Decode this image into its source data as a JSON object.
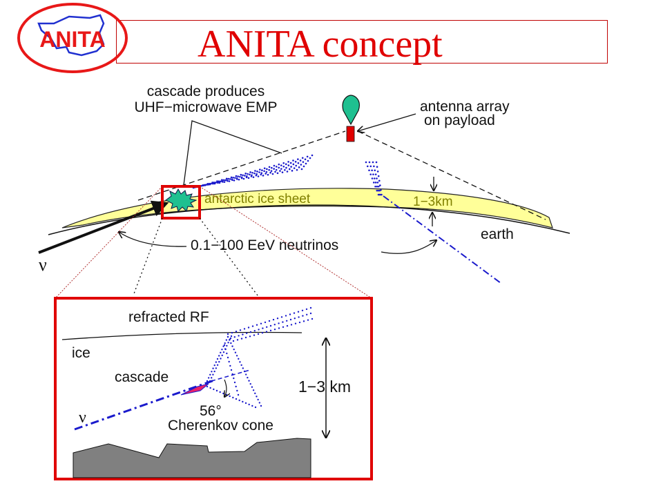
{
  "header": {
    "logo_text": "ANITA",
    "title": "ANITA concept"
  },
  "colors": {
    "title_red": "#e00000",
    "ice_yellow": "#ffff99",
    "ice_label": "#808000",
    "burst_green": "#1fc090",
    "dot_blue": "#1a1acc",
    "zoom_box_red": "#e00000",
    "bedrock_gray": "#808080"
  },
  "overview": {
    "cascade_label_line1": "cascade produces",
    "cascade_label_line2": "UHF−microwave EMP",
    "antenna_label_line1": "antenna array",
    "antenna_label_line2": "on payload",
    "ice_sheet_label": "antarctic ice sheet",
    "thickness_label": "1−3km",
    "earth_label": "earth",
    "neutrino_energy_label": "0.1−100 EeV neutrinos",
    "neutrino_symbol": "ν"
  },
  "inset": {
    "refracted_label": "refracted RF",
    "ice_label": "ice",
    "cascade_label": "cascade",
    "neutrino_symbol": "ν",
    "angle_label": "56°",
    "cone_label": "Cherenkov cone",
    "depth_label": "1−3 km"
  }
}
